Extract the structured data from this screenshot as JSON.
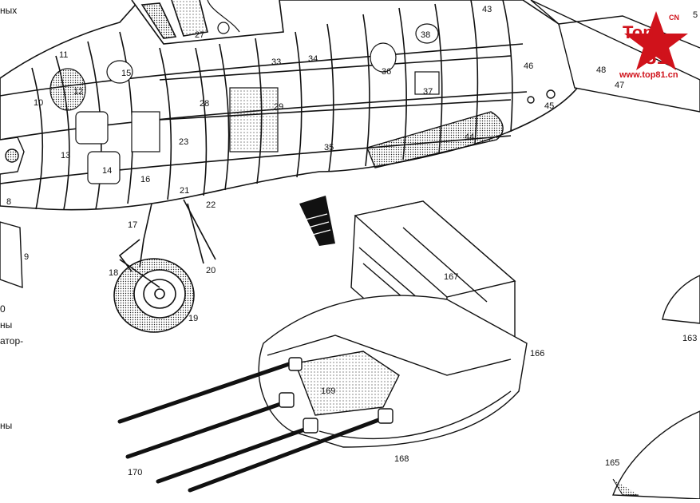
{
  "side_text": {
    "t1": "ных",
    "t2": "0",
    "t3": "ны",
    "t4": "атор-",
    "t5": "ны"
  },
  "logo": {
    "brand_top": "Top",
    "brand_num": "81",
    "brand_cn": "CN",
    "url": "www.top81.cn",
    "color": "#d0121b"
  },
  "callouts": {
    "c5": "5",
    "c8": "8",
    "c9": "9",
    "c10": "10",
    "c11": "11",
    "c12": "12",
    "c13": "13",
    "c14": "14",
    "c15": "15",
    "c16": "16",
    "c17": "17",
    "c18": "18",
    "c19": "19",
    "c20": "20",
    "c21": "21",
    "c22": "22",
    "c23": "23",
    "c27": "27",
    "c28": "28",
    "c29": "29",
    "c33": "33",
    "c34": "34",
    "c35": "35",
    "c36": "36",
    "c37": "37",
    "c38": "38",
    "c43": "43",
    "c44": "44",
    "c45": "45",
    "c46": "46",
    "c47": "47",
    "c48": "48",
    "c163": "163",
    "c165": "165",
    "c166": "166",
    "c167": "167",
    "c168": "168",
    "c169": "169",
    "c170": "170"
  }
}
